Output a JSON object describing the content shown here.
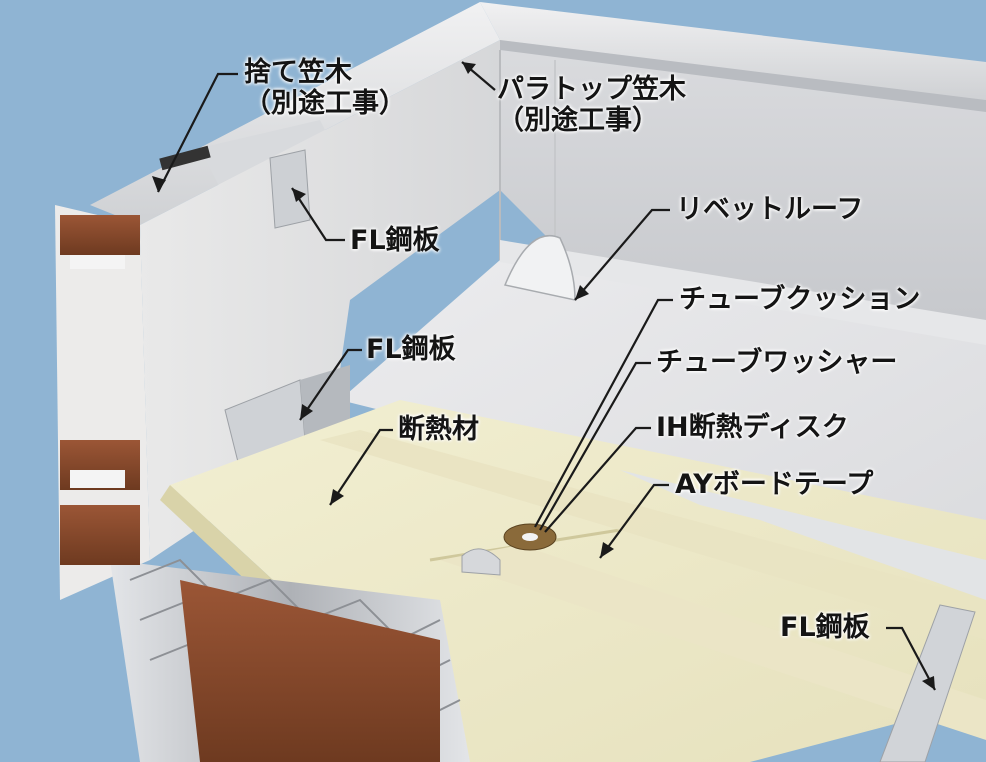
{
  "diagram": {
    "labels": {
      "sute_kasagi": "捨て笠木",
      "sute_kasagi_note": "（別途工事）",
      "parapet_kasagi": "パラトップ笠木",
      "parapet_kasagi_note": "（別途工事）",
      "fl_steel_top": "FL鋼板",
      "rivet_roof": "リベットルーフ",
      "fl_steel_mid": "FL鋼板",
      "tube_cushion": "チューブクッション",
      "tube_washer": "チューブワッシャー",
      "insulation": "断熱材",
      "ih_disk": "IH断熱ディスク",
      "ay_tape": "AYボードテープ",
      "fl_steel_bottom": "FL鋼板"
    },
    "colors": {
      "sky": "#8fb4d3",
      "membrane": "#e4e6e8",
      "insulation": "#efeccb",
      "steel_beam": "#8a4a2a",
      "deck": "#c9ccd0",
      "leader": "#1a1a1a"
    }
  }
}
